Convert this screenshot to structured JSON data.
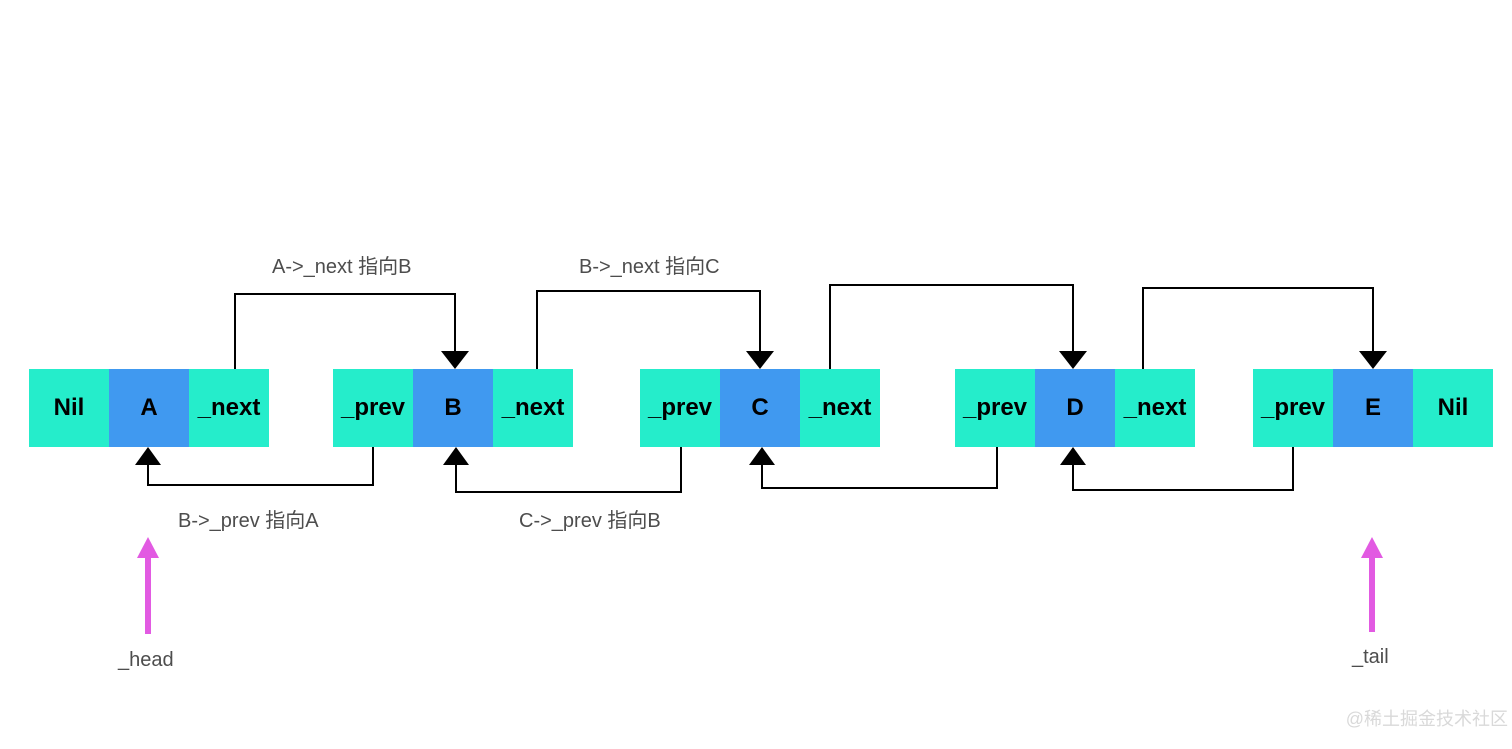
{
  "diagram": {
    "nodes": [
      {
        "name": "A",
        "cells": [
          {
            "label": "Nil"
          },
          {
            "label": "A"
          },
          {
            "label": "_next"
          }
        ]
      },
      {
        "name": "B",
        "cells": [
          {
            "label": "_prev"
          },
          {
            "label": "B"
          },
          {
            "label": "_next"
          }
        ]
      },
      {
        "name": "C",
        "cells": [
          {
            "label": "_prev"
          },
          {
            "label": "C"
          },
          {
            "label": "_next"
          }
        ]
      },
      {
        "name": "D",
        "cells": [
          {
            "label": "_prev"
          },
          {
            "label": "D"
          },
          {
            "label": "_next"
          }
        ]
      },
      {
        "name": "E",
        "cells": [
          {
            "label": "_prev"
          },
          {
            "label": "E"
          },
          {
            "label": "Nil"
          }
        ]
      }
    ],
    "annotations": {
      "next_a_b": "A->_next 指向B",
      "next_b_c": "B->_next 指向C",
      "prev_b_a": "B->_prev 指向A",
      "prev_c_b": "C->_prev 指向B",
      "head": "_head",
      "tail": "_tail"
    },
    "edges": {
      "next": [
        "A->B",
        "B->C",
        "C->D",
        "D->E"
      ],
      "prev": [
        "B->A",
        "C->B",
        "D->C",
        "E->D"
      ]
    },
    "colors": {
      "cell_teal": "#25EDCB",
      "cell_blue": "#4099F0",
      "connector_black": "#000000",
      "pointer_magenta": "#E25AE2",
      "label_gray": "#4D4D4D",
      "watermark_gray": "#D9D9D9"
    }
  },
  "watermark": "@稀土掘金技术社区"
}
